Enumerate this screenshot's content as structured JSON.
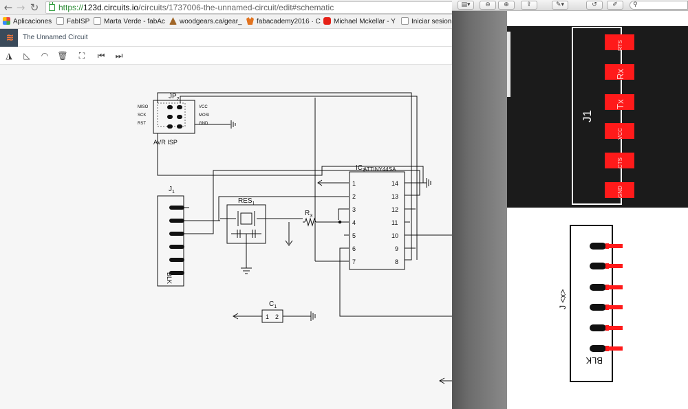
{
  "browser": {
    "url": {
      "scheme": "https://",
      "host": "123d.circuits.io",
      "path": "/circuits/1737006-the-unnamed-circuit/edit#schematic"
    },
    "bookmarks": [
      {
        "label": "Aplicaciones",
        "icon": "apps-grid-icon"
      },
      {
        "label": "FabISP",
        "icon": "page-icon"
      },
      {
        "label": "Marta Verde - fabAc",
        "icon": "page-icon"
      },
      {
        "label": "woodgears.ca/gear_",
        "icon": "woodgears-icon"
      },
      {
        "label": "fabacademy2016 · C",
        "icon": "gitlab-fox-icon"
      },
      {
        "label": "Michael Mckellar - Y",
        "icon": "youtube-icon"
      },
      {
        "label": "Iniciar sesion |",
        "icon": "page-icon"
      }
    ]
  },
  "app": {
    "title": "The Unnamed Circuit",
    "tools": [
      "flip-icon",
      "rotate-icon",
      "mirror-icon",
      "trash-icon",
      "fit-view-icon",
      "step-back-icon",
      "step-forward-icon"
    ]
  },
  "schematic": {
    "isp_header": {
      "designator": "JP",
      "designator_sub": "2",
      "name": "AVR ISP",
      "left_pins": [
        "MISO",
        "SCK",
        "RST"
      ],
      "right_pins": [
        "VCC",
        "MOSI",
        "GND"
      ]
    },
    "ic": {
      "designator": "IC",
      "designator_sub": "1",
      "part": "ATTINY44SA",
      "left_pins": [
        "1",
        "2",
        "3",
        "4",
        "5",
        "6",
        "7"
      ],
      "right_pins": [
        "14",
        "13",
        "12",
        "11",
        "10",
        "9",
        "8"
      ]
    },
    "connector": {
      "designator": "J",
      "designator_sub": "1",
      "label": "BLK"
    },
    "resonator": {
      "designator": "RES",
      "designator_sub": "1"
    },
    "resistor": {
      "designator": "R",
      "designator_sub": "3"
    },
    "capacitor": {
      "designator": "C",
      "designator_sub": "1",
      "pin1": "1",
      "pin2": "2"
    }
  },
  "viewer": {
    "tools": [
      "sidebar-icon",
      "zoom-out-icon",
      "zoom-in-icon",
      "share-icon",
      "annotate-icon",
      "rotate-icon",
      "edit-icon"
    ],
    "pcb": {
      "connector_label": "J1",
      "pads": [
        "RTS",
        "Rx",
        "Tx",
        "VCC",
        "CTS",
        "GND"
      ]
    },
    "footprint": {
      "label": "J",
      "value": "<x>",
      "bottom_label": "BLK"
    },
    "colors": {
      "pad": "#ff1a1a",
      "board": "#1b1b1b"
    }
  }
}
